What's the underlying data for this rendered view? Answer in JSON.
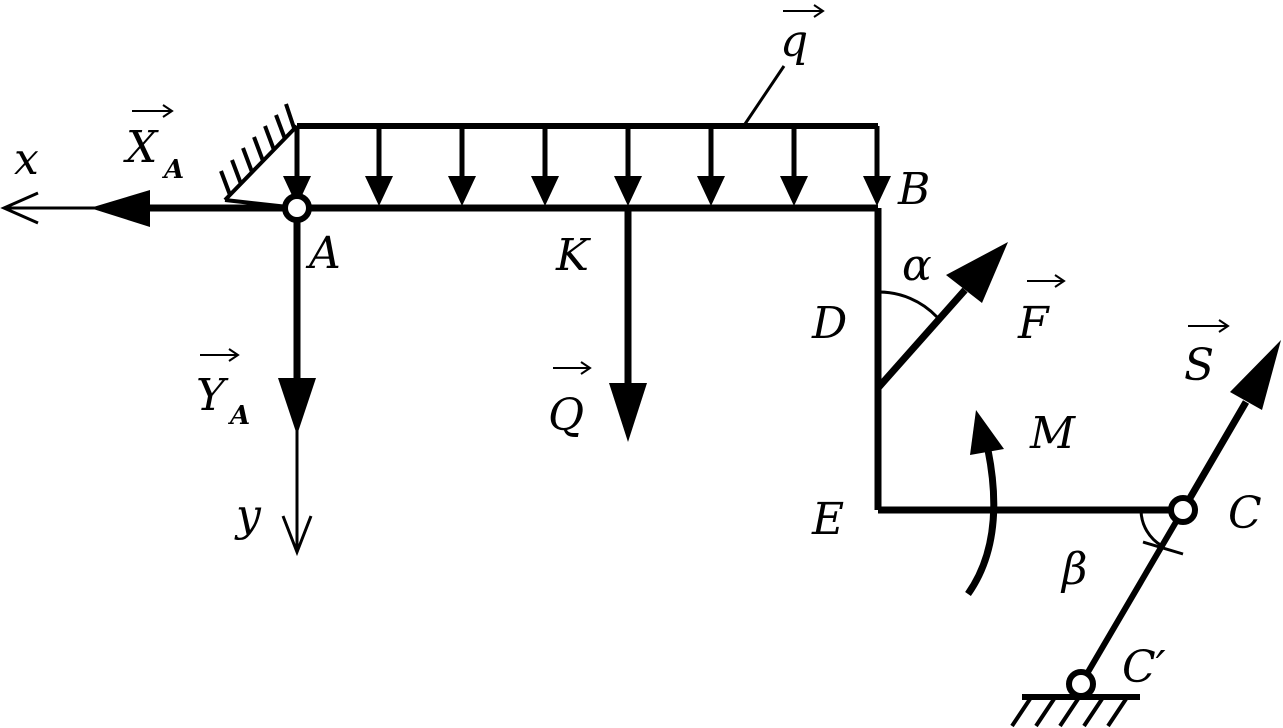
{
  "labels": {
    "x_axis": "x",
    "y_axis": "y",
    "xa_main": "X",
    "xa_sub": "A",
    "ya_main": "Y",
    "ya_sub": "A",
    "q": "q",
    "point_a": "A",
    "point_b": "B",
    "point_k": "K",
    "point_d": "D",
    "point_e": "E",
    "point_c": "C",
    "point_c_prime": "C′",
    "force_q": "Q",
    "force_f": "F",
    "force_s": "S",
    "moment_m": "M",
    "angle_alpha": "α",
    "angle_beta": "β"
  },
  "colors": {
    "ink": "#000000",
    "background": "#ffffff"
  }
}
